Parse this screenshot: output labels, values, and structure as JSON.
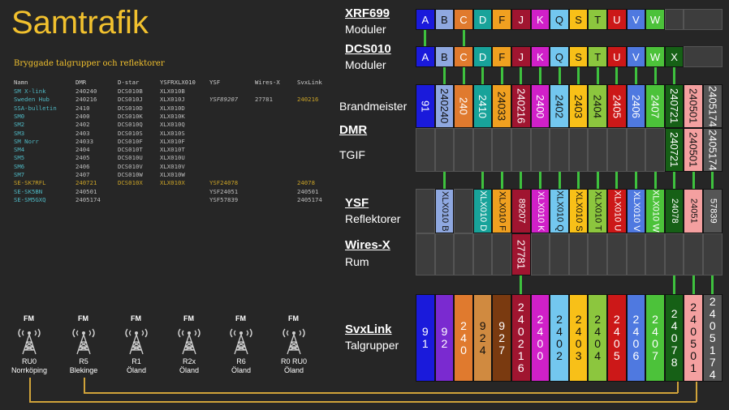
{
  "title": "Samtrafik",
  "subtitle": "Bryggade talgrupper och reflektorer",
  "table": {
    "headers": [
      "Namn",
      "DMR",
      "D-star",
      "YSFRXLX010",
      "YSF",
      "Wires-X",
      "SvxLink"
    ],
    "rows": [
      {
        "cells": [
          "SM X-link",
          "240240",
          "DCS010B",
          "XLX010B",
          "",
          "",
          ""
        ],
        "color": "#4fb8c4"
      },
      {
        "cells": [
          "Sweden Hub",
          "240216",
          "DCS010J",
          "XLX010J",
          "YSF89207",
          "27781",
          "240216"
        ],
        "color": "#4fb8c4"
      },
      {
        "cells": [
          "SSA-bulletin",
          "2410",
          "DCS010D",
          "XLX010D",
          "",
          "",
          ""
        ],
        "color": "#4fb8c4"
      },
      {
        "cells": [
          "SM0",
          "2400",
          "DCS010K",
          "XLX010K",
          "",
          "",
          ""
        ],
        "color": "#4fb8c4"
      },
      {
        "cells": [
          "SM2",
          "2402",
          "DCS010Q",
          "XLX010Q",
          "",
          "",
          ""
        ],
        "color": "#4fb8c4"
      },
      {
        "cells": [
          "SM3",
          "2403",
          "DCS010S",
          "XLX010S",
          "",
          "",
          ""
        ],
        "color": "#4fb8c4"
      },
      {
        "cells": [
          "SM Norr",
          "24033",
          "DCS010F",
          "XLX010F",
          "",
          "",
          ""
        ],
        "color": "#4fb8c4"
      },
      {
        "cells": [
          "SM4",
          "2404",
          "DCS010T",
          "XLX010T",
          "",
          "",
          ""
        ],
        "color": "#4fb8c4"
      },
      {
        "cells": [
          "SM5",
          "2405",
          "DCS010U",
          "XLX010U",
          "",
          "",
          ""
        ],
        "color": "#4fb8c4"
      },
      {
        "cells": [
          "SM6",
          "2406",
          "DCS010V",
          "XLX010V",
          "",
          "",
          ""
        ],
        "color": "#4fb8c4"
      },
      {
        "cells": [
          "SM7",
          "2407",
          "DCS010W",
          "XLX010W",
          "",
          "",
          ""
        ],
        "color": "#4fb8c4"
      },
      {
        "cells": [
          "SE-SK7RFL",
          "240721",
          "DCS010X",
          "XLX010X",
          "YSF24078",
          "",
          "24078"
        ],
        "color": "#c9a227"
      },
      {
        "cells": [
          "SE-SK5BN",
          "240501",
          "",
          "",
          "YSF24051",
          "",
          "240501"
        ],
        "color": "#4fb8c4"
      },
      {
        "cells": [
          "SE-SM5GXQ",
          "2405174",
          "",
          "",
          "YSF57839",
          "",
          "2405174"
        ],
        "color": "#4fb8c4"
      }
    ]
  },
  "labels": {
    "xrf_title": "XRF699",
    "xrf_sub": "Moduler",
    "dcs_title": "DCS010",
    "dcs_sub": "Moduler",
    "brandmeister": "Brandmeister",
    "dmr_title": "DMR",
    "tgif": "TGIF",
    "ysf_title": "YSF",
    "ysf_sub": "Reflektorer",
    "wiresx_title": "Wires-X",
    "wiresx_sub": "Rum",
    "svx_title": "SvxLink",
    "svx_sub": "Talgrupper"
  },
  "xrf_modules": [
    "A",
    "B",
    "C",
    "D",
    "F",
    "J",
    "K",
    "Q",
    "S",
    "T",
    "U",
    "V",
    "W",
    ""
  ],
  "dcs_modules": [
    "A",
    "B",
    "C",
    "D",
    "F",
    "J",
    "K",
    "Q",
    "S",
    "T",
    "U",
    "V",
    "W",
    "X"
  ],
  "colors": [
    "#1a1adb",
    "#8fa8e0",
    "#e07a2e",
    "#18a39a",
    "#f0a020",
    "#a01530",
    "#d020c8",
    "#73c7ef",
    "#f8c018",
    "#8cc63e",
    "#cc1818",
    "#4f79e0",
    "#4cc23a",
    "#166016",
    "#f4a0a0",
    "#555555"
  ],
  "brandmeister": [
    "91",
    "240240",
    "240",
    "2410",
    "24033",
    "240216",
    "2400",
    "2402",
    "2403",
    "2404",
    "2405",
    "2406",
    "2407",
    "240721",
    "240501",
    "2405174"
  ],
  "tgif": [
    "",
    "",
    "",
    "",
    "",
    "",
    "",
    "",
    "",
    "",
    "",
    "",
    "",
    "240721",
    "240501",
    "2405174"
  ],
  "ysf": [
    "",
    "XLX010 B",
    "",
    "XLX010 D",
    "XLX010 F",
    "89207",
    "XLX010 K",
    "XLX010 Q",
    "XLX010 S",
    "XLX010 T",
    "XLX010 U",
    "XLX010 V",
    "XLX010 W",
    "24078",
    "24051",
    "57839"
  ],
  "wiresx": [
    "",
    "",
    "",
    "",
    "",
    "27781",
    "",
    "",
    "",
    "",
    "",
    "",
    "",
    "",
    "",
    ""
  ],
  "svx": [
    "91",
    "92",
    "240",
    "924",
    "927",
    "240216",
    "2400",
    "2402",
    "2403",
    "2404",
    "2405",
    "2406",
    "2407",
    "24078",
    "240501",
    "2405174"
  ],
  "svx_colors": [
    "#1a1adb",
    "#7a2ad0",
    "#e07a2e",
    "#d08a40",
    "#7a3a10",
    "#a01530",
    "#d020c8",
    "#73c7ef",
    "#f8c018",
    "#8cc63e",
    "#cc1818",
    "#4f79e0",
    "#4cc23a",
    "#166016",
    "#f4a0a0",
    "#555555"
  ],
  "fm_nodes": [
    {
      "top": "FM",
      "name": "RU0",
      "place": "Norrköping"
    },
    {
      "top": "FM",
      "name": "R5",
      "place": "Blekinge"
    },
    {
      "top": "FM",
      "name": "R1",
      "place": "Öland"
    },
    {
      "top": "FM",
      "name": "R2x",
      "place": "Öland"
    },
    {
      "top": "FM",
      "name": "R6",
      "place": "Öland"
    },
    {
      "top": "FM",
      "name": "R0 RU0",
      "place": "Öland"
    }
  ]
}
